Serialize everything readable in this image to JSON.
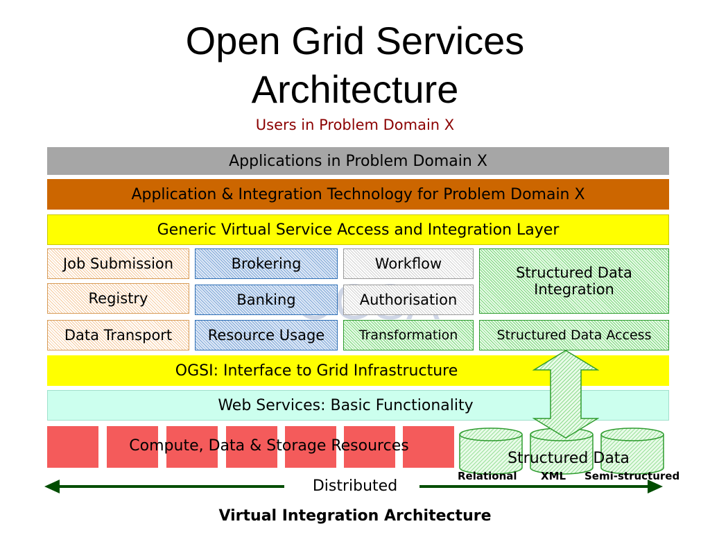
{
  "title_line1": "Open Grid Services",
  "title_line2": "Architecture",
  "subtitle": "Users in Problem Domain X",
  "layers": {
    "applications": "Applications in Problem Domain X",
    "app_integration": "Application & Integration Technology for Problem Domain X",
    "generic_access": "Generic Virtual Service Access and Integration Layer",
    "ogsi": "OGSI: Interface to Grid Infrastructure",
    "web_services": "Web Services: Basic Functionality"
  },
  "services": {
    "job_submission": "Job Submission",
    "registry": "Registry",
    "data_transport": "Data Transport",
    "brokering": "Brokering",
    "banking": "Banking",
    "resource_usage": "Resource Usage",
    "workflow": "Workflow",
    "authorisation": "Authorisation",
    "transformation": "Transformation",
    "structured_data_integration": "Structured Data Integration",
    "structured_data_access": "Structured Data Access",
    "background_label": "OGSA"
  },
  "resources": {
    "compute_label": "Compute, Data & Storage Resources",
    "structured_data": "Structured Data",
    "relational": "Relational",
    "xml": "XML",
    "semi_structured": "Semi-structured"
  },
  "distributed": "Distributed",
  "footer": "Virtual Integration Architecture",
  "colors": {
    "applications": "#a6a6a6",
    "app_integration": "#cc6600",
    "generic_access": "#ffff00",
    "ogsi": "#ffff00",
    "web_services": "#ccffee",
    "resources": "#f45b5b",
    "arrow": "#004d00",
    "subtitle": "#8b0000"
  }
}
